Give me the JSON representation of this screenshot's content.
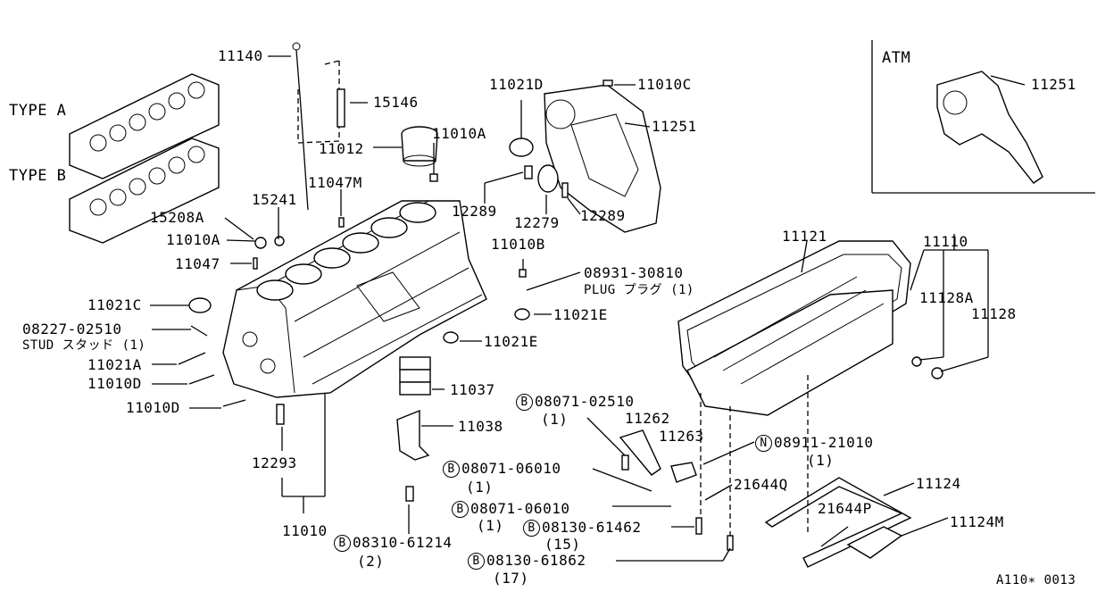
{
  "figure_id": "A110∗ 0013",
  "inset_label": "ATM",
  "types": {
    "a": "TYPE A",
    "b": "TYPE B"
  },
  "parts": {
    "p11140": "11140",
    "p15146": "15146",
    "p11012": "11012",
    "p11010A_top": "11010A",
    "p11047M": "11047M",
    "p15241": "15241",
    "p15208A": "15208A",
    "p11010A": "11010A",
    "p11047": "11047",
    "p11021C": "11021C",
    "p08227": "08227-02510",
    "p08227_note": "STUD スタッド (1)",
    "p11021A": "11021A",
    "p11010D_1": "11010D",
    "p11010D_2": "11010D",
    "p12293": "12293",
    "p11010": "11010",
    "p08310": "08310-61214",
    "p08310_qty": "(2)",
    "p11021D": "11021D",
    "p11010C": "11010C",
    "p11251": "11251",
    "p11251_atm": "11251",
    "p12289_a": "12289",
    "p12279": "12279",
    "p12289_b": "12289",
    "p11010B": "11010B",
    "p08931": "08931-30810",
    "p08931_note": "PLUG プラグ (1)",
    "p11021E_1": "11021E",
    "p11021E_2": "11021E",
    "p11037": "11037",
    "p11038": "11038",
    "p08071_02510": "08071-02510",
    "p08071_02510_qty": "(1)",
    "p11262": "11262",
    "p11263": "11263",
    "p08071_06010_a": "08071-06010",
    "p08071_06010_a_qty": "(1)",
    "p08071_06010_b": "08071-06010",
    "p08071_06010_b_qty": "(1)",
    "p08130_61462": "08130-61462",
    "p08130_61462_qty": "(15)",
    "p08130_61862": "08130-61862",
    "p08130_61862_qty": "(17)",
    "p11121": "11121",
    "p11110": "11110",
    "p11128A": "11128A",
    "p11128": "11128",
    "p08911": "08911-21010",
    "p08911_qty": "(1)",
    "p21644Q": "21644Q",
    "p21644P": "21644P",
    "p11124": "11124",
    "p11124M": "11124M"
  },
  "prefixes": {
    "b": "B",
    "n": "N"
  }
}
